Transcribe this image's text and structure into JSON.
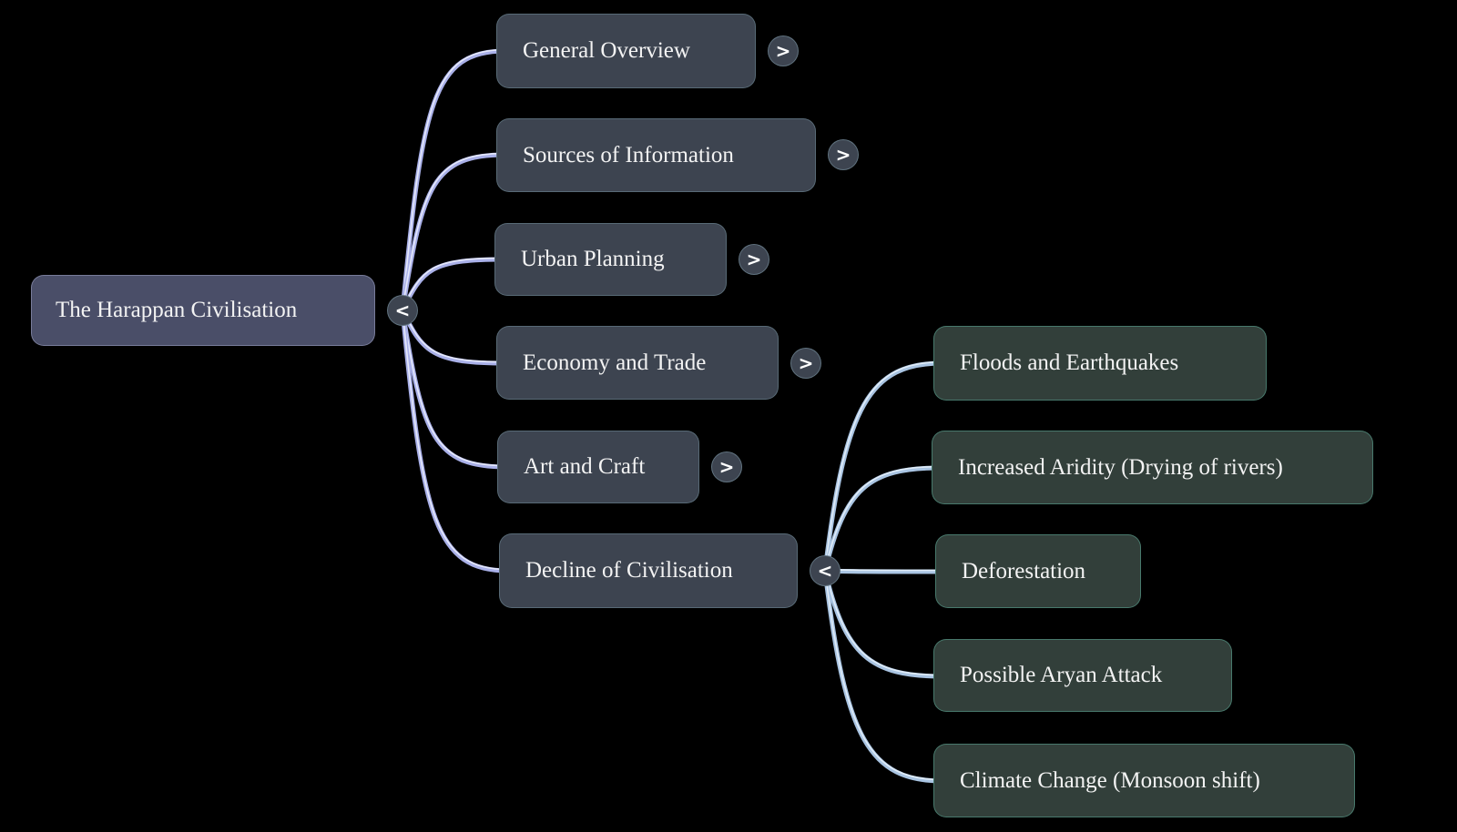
{
  "mindmap": {
    "root": {
      "label": "The Harappan Civilisation",
      "toggle": "<"
    },
    "children": [
      {
        "label": "General Overview",
        "toggle": ">"
      },
      {
        "label": "Sources of Information",
        "toggle": ">"
      },
      {
        "label": "Urban Planning",
        "toggle": ">"
      },
      {
        "label": "Economy and Trade",
        "toggle": ">"
      },
      {
        "label": "Art and Craft",
        "toggle": ">"
      },
      {
        "label": "Decline of Civilisation",
        "toggle": "<"
      }
    ],
    "decline_children": [
      {
        "label": "Floods and Earthquakes"
      },
      {
        "label": "Increased Aridity (Drying of rivers)"
      },
      {
        "label": "Deforestation"
      },
      {
        "label": "Possible Aryan Attack"
      },
      {
        "label": "Climate Change (Monsoon shift)"
      }
    ],
    "colors": {
      "background": "#000000",
      "root_fill": "#4a4e68",
      "branch_fill": "#3d4450",
      "leaf_fill": "#323f3a",
      "leaf_border": "#3e7064",
      "edge_level1": "#a9b0e8",
      "edge_level2": "#a9c4e2",
      "text": "#f3f3f3"
    }
  }
}
